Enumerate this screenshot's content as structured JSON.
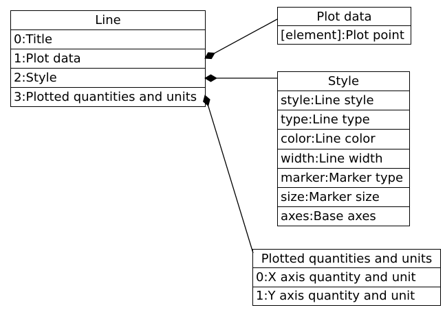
{
  "boxes": {
    "line": {
      "title": "Line",
      "rows": [
        "0:Title",
        "1:Plot data",
        "2:Style",
        "3:Plotted quantities and units"
      ]
    },
    "plot_data": {
      "title": "Plot data",
      "rows": [
        "[element]:Plot point"
      ]
    },
    "style": {
      "title": "Style",
      "rows": [
        "style:Line style",
        "type:Line type",
        "color:Line color",
        "width:Line width",
        "marker:Marker type",
        "size:Marker size",
        "axes:Base axes"
      ]
    },
    "plotted": {
      "title": "Plotted quantities and units",
      "rows": [
        "0:X axis quantity and unit",
        "1:Y axis quantity and unit"
      ]
    }
  },
  "connections": [
    {
      "from": "Line / 1:Plot data",
      "to": "Plot data",
      "relation": "composition"
    },
    {
      "from": "Line / 2:Style",
      "to": "Style",
      "relation": "composition"
    },
    {
      "from": "Line / 3:Plotted quantities and units",
      "to": "Plotted quantities and units",
      "relation": "composition"
    }
  ],
  "colors": {
    "background": "#ffffff",
    "border": "#000000",
    "text": "#000000",
    "connector": "#000000"
  }
}
